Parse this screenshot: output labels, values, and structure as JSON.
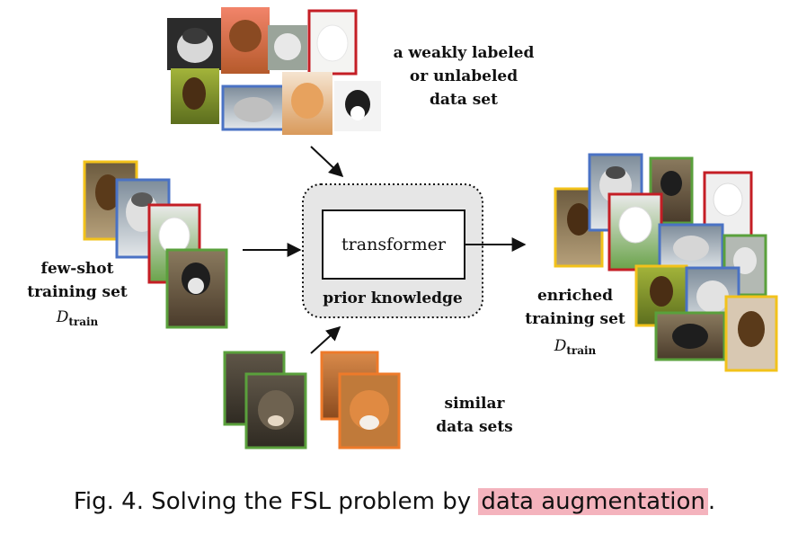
{
  "labels": {
    "weak_line1": "a weakly labeled",
    "weak_line2": "or unlabeled",
    "weak_line3": "data set",
    "fewshot_line1": "few-shot",
    "fewshot_line2": "training set",
    "enriched_line1": "enriched",
    "enriched_line2": "training set",
    "math_base": "D",
    "math_sub": "train",
    "similar_line1": "similar",
    "similar_line2": "data sets",
    "model": "transformer",
    "prior": "prior knowledge"
  },
  "caption": {
    "prefix": "Fig. 4.  Solving the FSL problem by ",
    "highlight": "data augmentation",
    "suffix": "."
  },
  "colors": {
    "frame_yellow": "#f2c21b",
    "frame_blue": "#4a72c4",
    "frame_red": "#c41e25",
    "frame_green": "#5aa03c",
    "frame_orange": "#ee7a2a",
    "prior_box_fill": "#e6e6e6",
    "highlight": "#f4b3bd"
  }
}
